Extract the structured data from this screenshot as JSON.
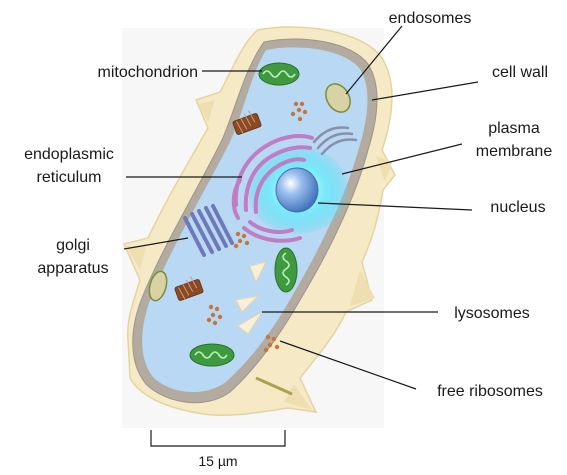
{
  "labels": {
    "mitochondrion": "mitochondrion",
    "endoplasmic_reticulum_line1": "endoplasmic",
    "endoplasmic_reticulum_line2": "reticulum",
    "golgi_apparatus_line1": "golgi",
    "golgi_apparatus_line2": "apparatus",
    "endosomes": "endosomes",
    "cell_wall": "cell wall",
    "plasma_membrane_line1": "plasma",
    "plasma_membrane_line2": "membrane",
    "nucleus": "nucleus",
    "lysosomes": "lysosomes",
    "free_ribosomes": "free ribosomes"
  },
  "scale_bar": {
    "label": "15 µm"
  },
  "colors": {
    "cell_wall_fill": "#f5e9c6",
    "cell_wall_edge": "#e6d4a0",
    "membrane": "#b3aaa0",
    "cytoplasm": "#b8d8f4",
    "nucleus_halo": "#43e0f4",
    "nucleus_core": "#5b8fd4",
    "mitochondrion": "#3f9a3f",
    "er": "#c07cc4",
    "golgi": "#6f78b8",
    "ribosome": "#c8753c",
    "centriole": "#8a4a26",
    "vacuole": "#d9d2a4",
    "lysosome": "#f7efd8"
  }
}
